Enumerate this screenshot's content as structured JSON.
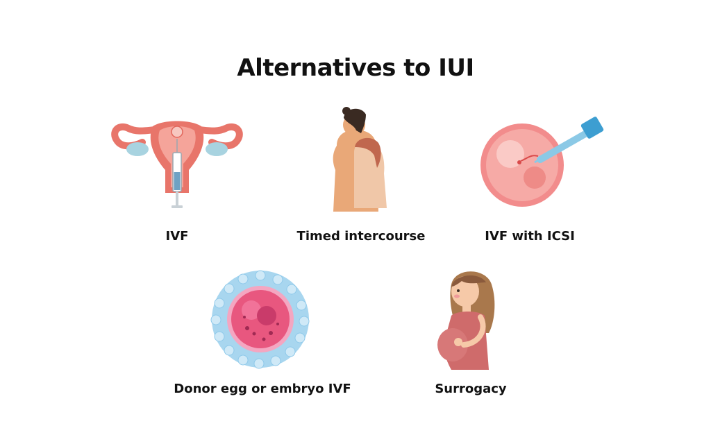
{
  "title": "Alternatives to IUI",
  "items": [
    {
      "label": "IVF",
      "icon": "uterus-syringe-icon"
    },
    {
      "label": "Timed intercourse",
      "icon": "hugging-couple-icon"
    },
    {
      "label": "IVF with ICSI",
      "icon": "egg-injection-icon"
    },
    {
      "label": "Donor egg or embryo IVF",
      "icon": "egg-cell-icon"
    },
    {
      "label": "Surrogacy",
      "icon": "pregnant-woman-icon"
    }
  ],
  "colors": {
    "text": "#111111",
    "uterus": "#e8756a",
    "egg": "#f28c8c",
    "cell": "#e8577f",
    "corona": "#8ec9ea",
    "skin": "#f2b98b",
    "dress": "#cf6b6b",
    "hair": "#8a5a3c"
  }
}
